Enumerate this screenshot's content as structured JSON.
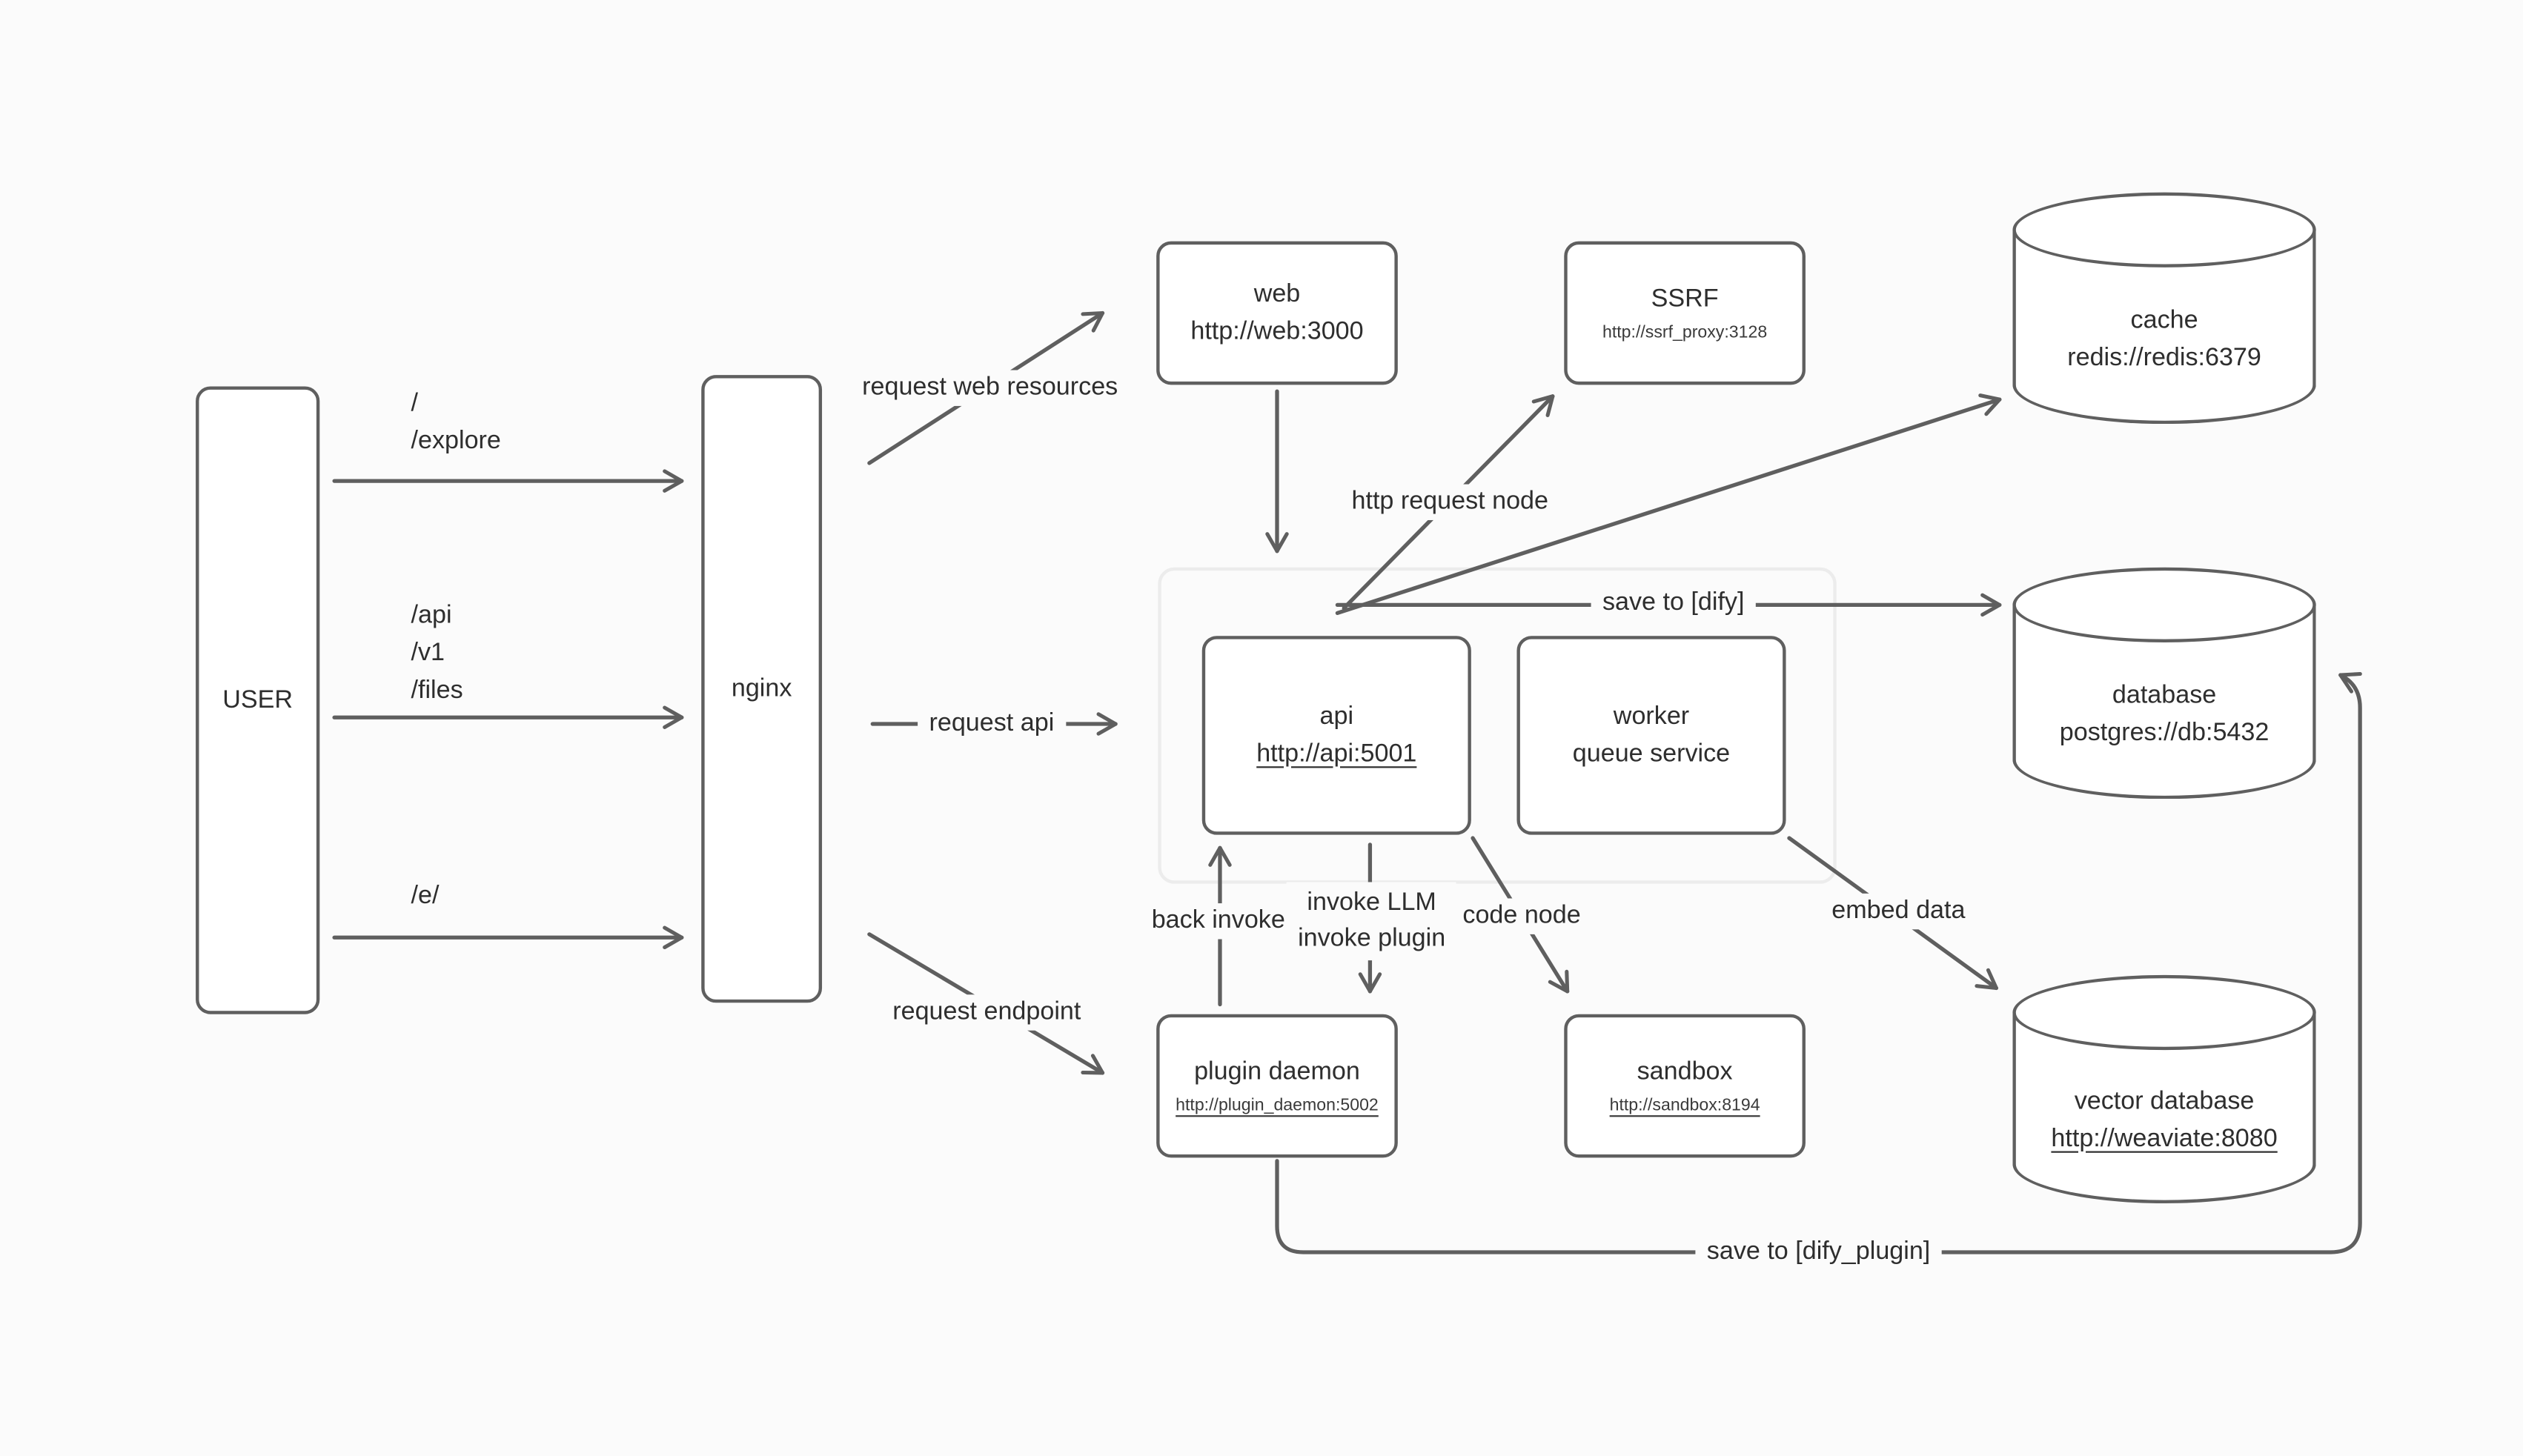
{
  "diagram": {
    "background": "#fbfbfb",
    "stroke_color": "#5f5f5f",
    "nodes": {
      "user": {
        "label": "USER"
      },
      "nginx": {
        "label": "nginx"
      },
      "web": {
        "title": "web",
        "url": "http://web:3000"
      },
      "ssrf": {
        "title": "SSRF",
        "url": "http://ssrf_proxy:3128"
      },
      "cache": {
        "title": "cache",
        "url": "redis://redis:6379"
      },
      "database": {
        "title": "database",
        "url": "postgres://db:5432"
      },
      "vector_database": {
        "title": "vector database",
        "url": "http://weaviate:8080"
      },
      "api": {
        "title": "api",
        "url": "http://api:5001"
      },
      "worker": {
        "title": "worker",
        "subtitle": "queue service"
      },
      "plugin_daemon": {
        "title": "plugin daemon",
        "url": "http://plugin_daemon:5002"
      },
      "sandbox": {
        "title": "sandbox",
        "url": "http://sandbox:8194"
      }
    },
    "routes": {
      "root": "/",
      "explore": "/explore",
      "api": "/api",
      "v1": "/v1",
      "files": "/files",
      "e": "/e/"
    },
    "edges": {
      "request_web_resources": "request web resources",
      "request_api": "request api",
      "request_endpoint": "request endpoint",
      "http_request_node": "http request node",
      "save_to_dify": "save to [dify]",
      "invoke_llm": "invoke LLM",
      "invoke_plugin": "invoke plugin",
      "back_invoke": "back invoke",
      "code_node": "code node",
      "embed_data": "embed data",
      "save_to_dify_plugin": "save to [dify_plugin]"
    },
    "connections": [
      {
        "from": "USER",
        "to": "nginx",
        "labels": [
          "/",
          "/explore"
        ]
      },
      {
        "from": "USER",
        "to": "nginx",
        "labels": [
          "/api",
          "/v1",
          "/files"
        ]
      },
      {
        "from": "USER",
        "to": "nginx",
        "labels": [
          "/e/"
        ]
      },
      {
        "from": "nginx",
        "to": "web",
        "labels": [
          "request web resources"
        ]
      },
      {
        "from": "nginx",
        "to": "api",
        "labels": [
          "request api"
        ]
      },
      {
        "from": "nginx",
        "to": "plugin daemon",
        "labels": [
          "request endpoint"
        ]
      },
      {
        "from": "web",
        "to": "api",
        "labels": []
      },
      {
        "from": "api",
        "to": "SSRF",
        "labels": [
          "http request node"
        ]
      },
      {
        "from": "api",
        "to": "cache",
        "labels": []
      },
      {
        "from": "api",
        "to": "database",
        "labels": [
          "save to [dify]"
        ]
      },
      {
        "from": "api",
        "to": "plugin daemon",
        "labels": [
          "invoke LLM",
          "invoke plugin"
        ]
      },
      {
        "from": "plugin daemon",
        "to": "api",
        "labels": [
          "back invoke"
        ]
      },
      {
        "from": "api",
        "to": "sandbox",
        "labels": [
          "code node"
        ]
      },
      {
        "from": "worker",
        "to": "vector database",
        "labels": [
          "embed data"
        ]
      },
      {
        "from": "plugin daemon",
        "to": "database",
        "labels": [
          "save to [dify_plugin]"
        ]
      }
    ]
  }
}
